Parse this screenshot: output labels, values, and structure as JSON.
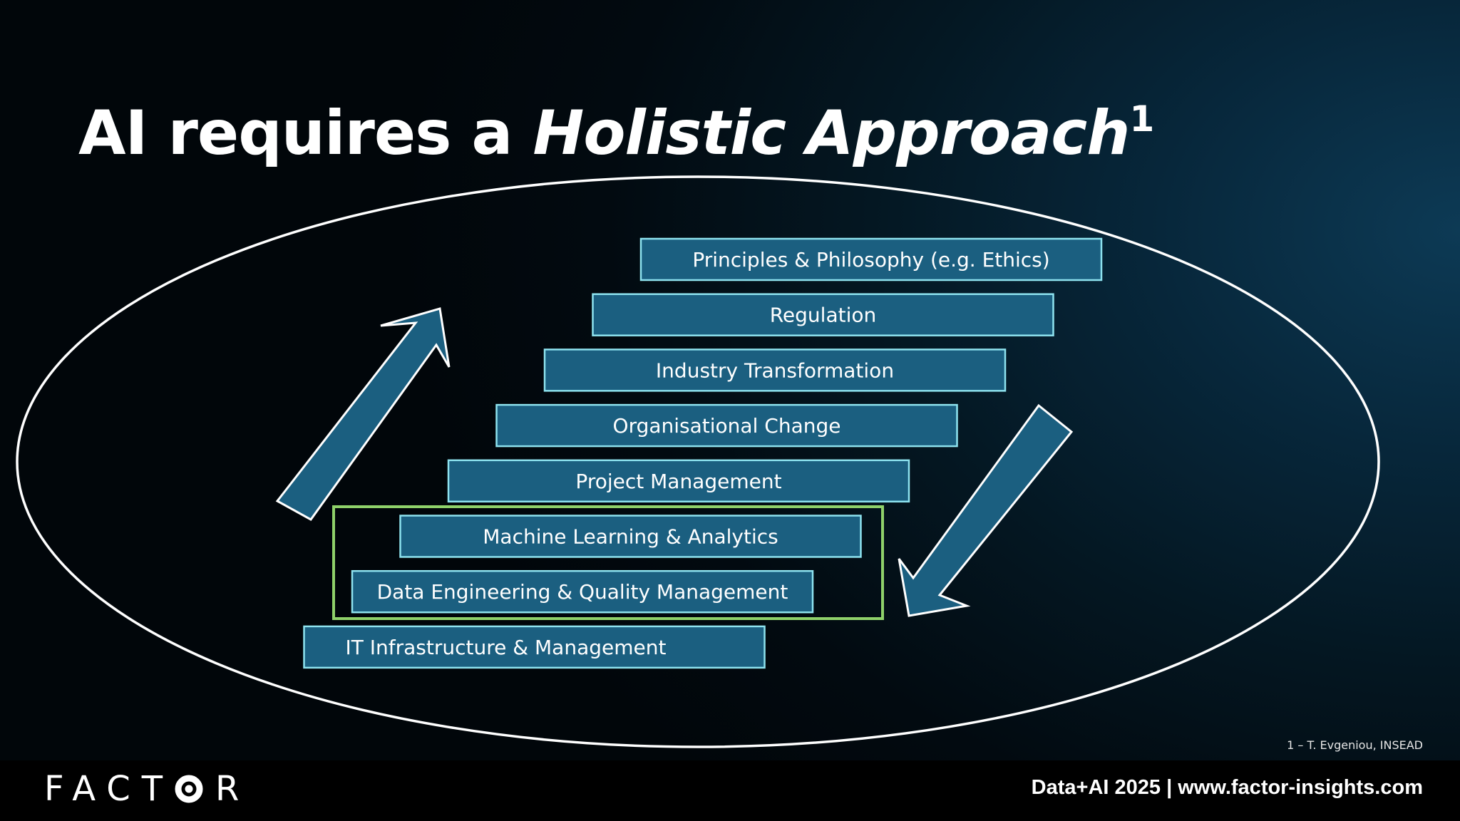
{
  "slide": {
    "title": {
      "prefix": "AI requires a ",
      "emphasis": "Holistic Approach",
      "superscript": "1"
    },
    "stairs": [
      {
        "label": "Principles & Philosophy (e.g. Ethics)"
      },
      {
        "label": "Regulation"
      },
      {
        "label": "Industry Transformation"
      },
      {
        "label": "Organisational Change"
      },
      {
        "label": "Project Management"
      },
      {
        "label": "Machine Learning & Analytics"
      },
      {
        "label": "Data Engineering & Quality Management"
      },
      {
        "label": "IT Infrastructure & Management"
      }
    ],
    "highlighted_stairs": [
      "Machine Learning & Analytics",
      "Data Engineering & Quality Management"
    ],
    "footnote": "1 – T. Evgeniou, INSEAD",
    "footer": {
      "logo_letters_left": "FACT",
      "logo_letters_right": "R",
      "right_text": "Data+AI 2025 | www.factor-insights.com"
    },
    "colors": {
      "stair_fill": "#1b5f80",
      "stair_border": "#8ee3ef",
      "highlight_border": "#8fd16a",
      "arrow_fill": "#1b5f80",
      "ellipse_stroke": "#ffffff"
    },
    "icons": {
      "up_arrow": "arrow-up-right-icon",
      "down_arrow": "arrow-down-left-icon",
      "logo_o": "target-ring-icon"
    }
  }
}
